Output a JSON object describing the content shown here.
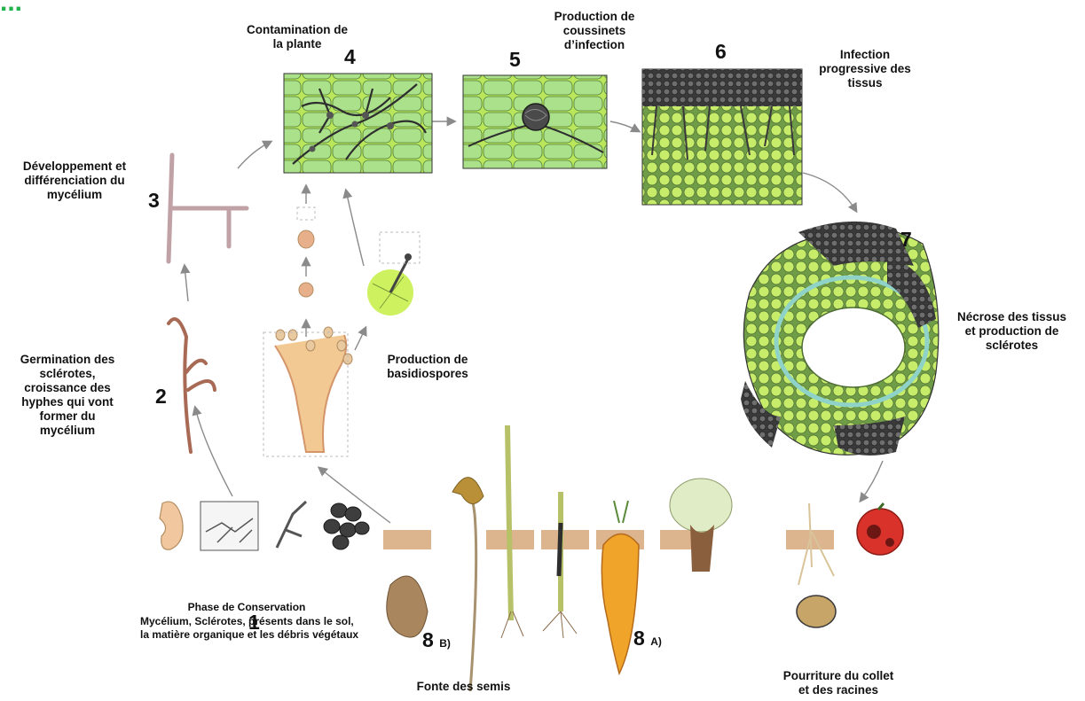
{
  "title": "...",
  "steps": [
    {
      "number": "1",
      "label": "Phase de Conservation",
      "detail": "Mycélium, Sclérotes, présents dans le sol, la matière organique et les débris végétaux"
    },
    {
      "number": "2",
      "label": "Germination des\nsclérotes,\ncroissance des\nhyphes qui vont\nformer du\nmycélium"
    },
    {
      "number": "3",
      "label": "Développement et\ndifférenciation du\nmycélium"
    },
    {
      "number": "4",
      "label": "Contamination de\nla plante"
    },
    {
      "number": "5",
      "label": "Production de\ncoussinets\nd’infection"
    },
    {
      "number": "6",
      "label": "Infection\nprogressive des\ntissus"
    },
    {
      "number": "7",
      "label": "Nécrose des tissus\net production de\nsclérotes"
    },
    {
      "number": "8",
      "sub": "A)",
      "label": "Pourriture du collet\net des racines"
    },
    {
      "number": "8",
      "sub": "B)",
      "label": "Fonte des semis"
    }
  ],
  "basidiospores_label": "Production de\nbasidiospores",
  "colors": {
    "tissue_green": "#b9e65a",
    "tissue_blue": "#8fd3c8",
    "mycelium": "#3c3a3a",
    "hypha": "#caa38c",
    "soil": "#d9b08a",
    "carrot": "#f0a52a",
    "tomato": "#d8322a",
    "title_green": "#22b24c"
  }
}
